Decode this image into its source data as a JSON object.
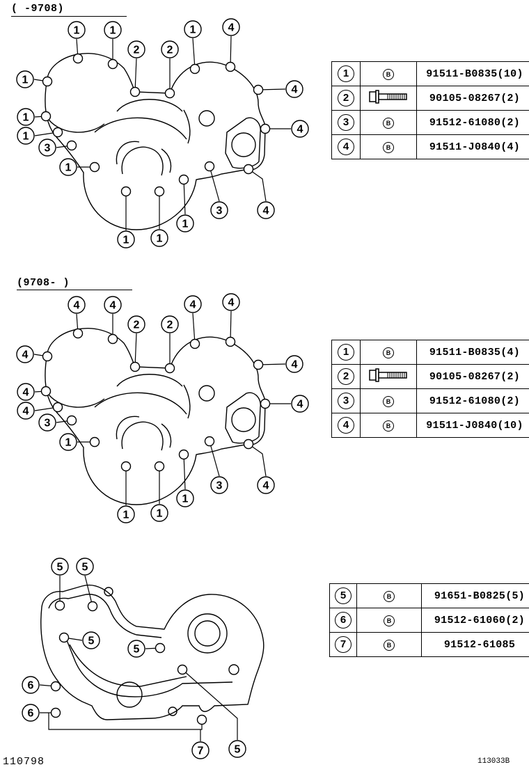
{
  "sections": [
    {
      "heading": "(      -9708)",
      "rows": [
        {
          "idx": "1",
          "symbol": "B",
          "pn": "91511-B0835(10)"
        },
        {
          "idx": "2",
          "symbol": "flange-bolt",
          "pn": "90105-08267(2)"
        },
        {
          "idx": "3",
          "symbol": "B",
          "pn": "91512-61080(2)"
        },
        {
          "idx": "4",
          "symbol": "B",
          "pn": "91511-J0840(4)"
        }
      ],
      "callouts": [
        {
          "n": "1"
        },
        {
          "n": "1"
        },
        {
          "n": "2"
        },
        {
          "n": "2"
        },
        {
          "n": "1"
        },
        {
          "n": "4"
        },
        {
          "n": "1"
        },
        {
          "n": "4"
        },
        {
          "n": "1"
        },
        {
          "n": "4"
        },
        {
          "n": "1"
        },
        {
          "n": "3"
        },
        {
          "n": "1"
        },
        {
          "n": "1"
        },
        {
          "n": "1"
        },
        {
          "n": "1"
        },
        {
          "n": "3"
        },
        {
          "n": "4"
        }
      ]
    },
    {
      "heading": "(9708-      )",
      "rows": [
        {
          "idx": "1",
          "symbol": "B",
          "pn": "91511-B0835(4)"
        },
        {
          "idx": "2",
          "symbol": "flange-bolt",
          "pn": "90105-08267(2)"
        },
        {
          "idx": "3",
          "symbol": "B",
          "pn": "91512-61080(2)"
        },
        {
          "idx": "4",
          "symbol": "B",
          "pn": "91511-J0840(10)"
        }
      ],
      "callouts": [
        {
          "n": "4"
        },
        {
          "n": "4"
        },
        {
          "n": "2"
        },
        {
          "n": "2"
        },
        {
          "n": "4"
        },
        {
          "n": "4"
        },
        {
          "n": "4"
        },
        {
          "n": "4"
        },
        {
          "n": "4"
        },
        {
          "n": "4"
        },
        {
          "n": "4"
        },
        {
          "n": "3"
        },
        {
          "n": "1"
        },
        {
          "n": "1"
        },
        {
          "n": "1"
        },
        {
          "n": "1"
        },
        {
          "n": "3"
        },
        {
          "n": "4"
        }
      ]
    },
    {
      "rows": [
        {
          "idx": "5",
          "symbol": "B",
          "pn": "91651-B0825(5)"
        },
        {
          "idx": "6",
          "symbol": "B",
          "pn": "91512-61060(2)"
        },
        {
          "idx": "7",
          "symbol": "B",
          "pn": "91512-61085"
        }
      ],
      "callouts": [
        {
          "n": "5"
        },
        {
          "n": "5"
        },
        {
          "n": "5"
        },
        {
          "n": "5"
        },
        {
          "n": "6"
        },
        {
          "n": "6"
        },
        {
          "n": "7"
        },
        {
          "n": "5"
        }
      ]
    }
  ],
  "footer": {
    "left_code": "110798",
    "right_code": "113033B"
  }
}
